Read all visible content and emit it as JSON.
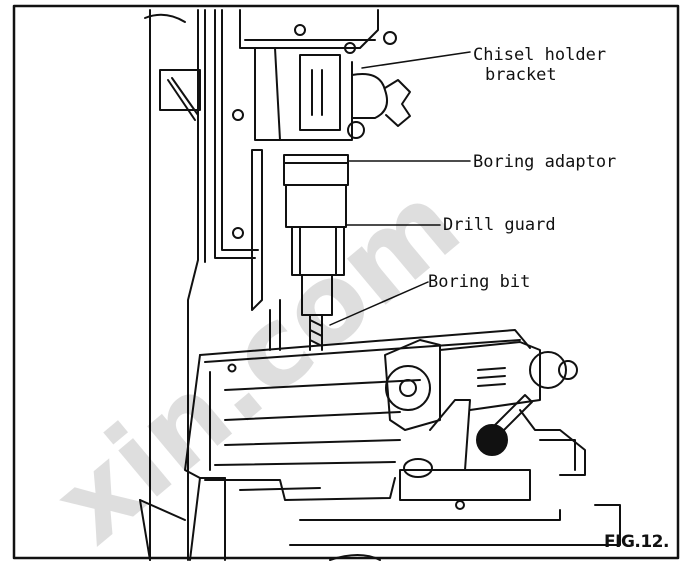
{
  "labels": {
    "chisel_holder_line1": "Chisel holder",
    "chisel_holder_line2": "bracket",
    "boring_adaptor": "Boring adaptor",
    "drill_guard": "Drill guard",
    "boring_bit": "Boring bit"
  },
  "figure_label": "FIG.12.",
  "watermark": "xin.com"
}
